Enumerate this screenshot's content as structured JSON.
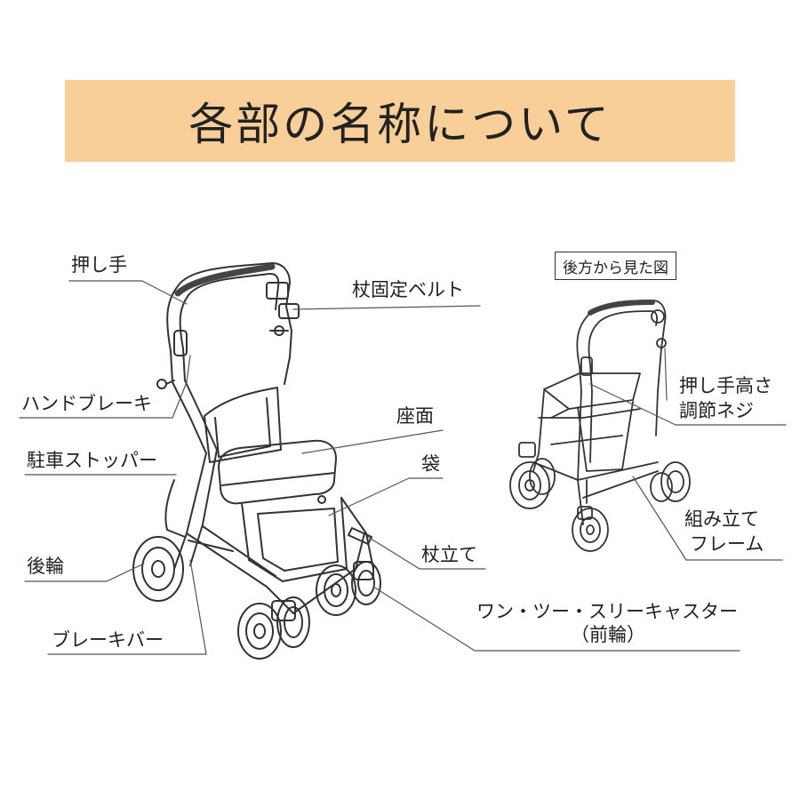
{
  "banner": {
    "title": "各部の名称について",
    "color": "#f8cf98"
  },
  "rear_view_caption": "後方から見た図",
  "labels": {
    "push_handle": "押し手",
    "cane_belt": "杖固定ベルト",
    "hand_brake": "ハンドブレーキ",
    "seat": "座面",
    "parking_stopper": "駐車ストッパー",
    "bag": "袋",
    "rear_wheel": "後輪",
    "cane_stand": "杖立て",
    "caster_line1": "ワン・ツー・スリーキャスター",
    "caster_line2": "（前輪）",
    "brake_bar": "ブレーキバー",
    "handle_height_line1": "押し手高さ",
    "handle_height_line2": "調節ネジ",
    "frame_line1": "組み立て",
    "frame_line2": "フレーム"
  },
  "line_color": "#333333"
}
